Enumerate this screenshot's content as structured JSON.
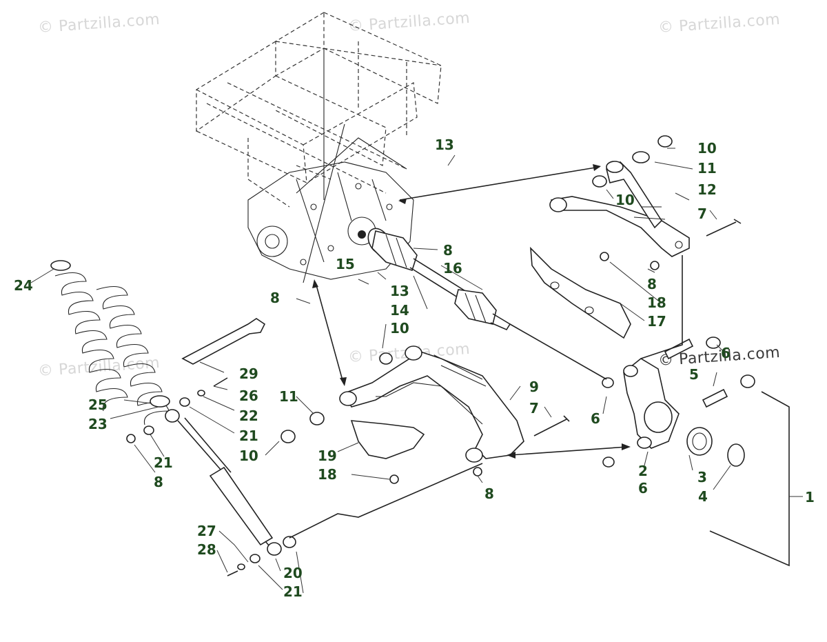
{
  "watermarks": [
    "© Partzilla.com",
    "© Partzilla.com",
    "© Partzilla.com",
    "© Partzilla.com",
    "© Partzilla.com",
    "© Partzilla.com"
  ],
  "callouts": {
    "n1": "1",
    "n2": "2",
    "n3": "3",
    "n4": "4",
    "n5": "5",
    "n6a": "6",
    "n6b": "6",
    "n6c": "6",
    "n7a": "7",
    "n7b": "7",
    "n8a": "8",
    "n8b": "8",
    "n8c": "8",
    "n8d": "8",
    "n8e": "8",
    "n9": "9",
    "n10a": "10",
    "n10b": "10",
    "n10c": "10",
    "n10d": "10",
    "n11a": "11",
    "n11b": "11",
    "n12": "12",
    "n13a": "13",
    "n13b": "13",
    "n14": "14",
    "n15": "15",
    "n16": "16",
    "n17": "17",
    "n18a": "18",
    "n18b": "18",
    "n19": "19",
    "n20": "20",
    "n21a": "21",
    "n21b": "21",
    "n21c": "21",
    "n22": "22",
    "n23": "23",
    "n24": "24",
    "n25": "25",
    "n26": "26",
    "n27": "27",
    "n28": "28",
    "n29": "29"
  },
  "colors": {
    "callout": "#1f4a1f",
    "line": "#222222",
    "watermark": "#d7d7d7"
  }
}
